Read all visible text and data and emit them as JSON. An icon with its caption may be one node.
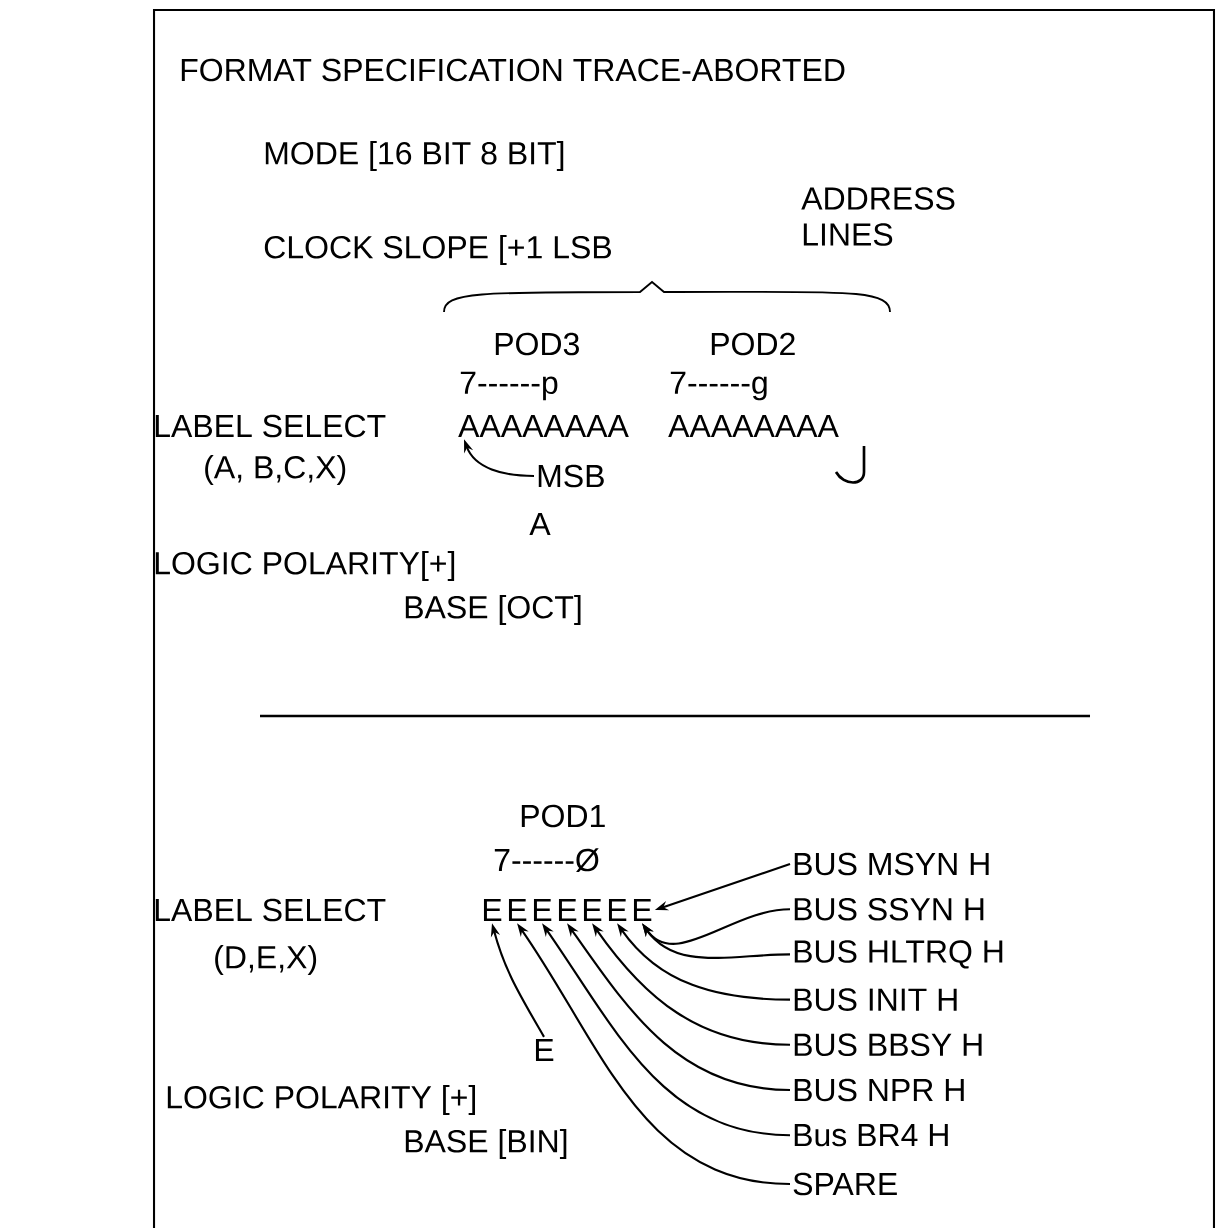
{
  "diagram": {
    "title": "FORMAT SPECIFICATION TRACE-ABORTED",
    "nodes": [
      {
        "text": [
          "AAAAAAAA"
        ]
      },
      {
        "text": [
          "AAAAAAAA"
        ]
      },
      {
        "text": [
          "MSB"
        ]
      },
      {
        "text": [
          "E"
        ]
      },
      {
        "text": [
          "E"
        ]
      },
      {
        "text": [
          "E"
        ]
      },
      {
        "text": [
          "E"
        ]
      },
      {
        "text": [
          "E"
        ]
      },
      {
        "text": [
          "E"
        ]
      },
      {
        "text": [
          "E"
        ]
      },
      {
        "text": [
          "BUS MSYN H"
        ]
      },
      {
        "text": [
          "BUS SSYN H"
        ]
      },
      {
        "text": [
          "BUS HLTRQ H"
        ]
      },
      {
        "text": [
          "BUS INIT H"
        ]
      },
      {
        "text": [
          "BUS BBSY H"
        ]
      },
      {
        "text": [
          "BUS NPR H"
        ]
      },
      {
        "text": [
          "Bus BR4 H"
        ]
      },
      {
        "text": [
          "E"
        ]
      },
      {
        "text": [
          "SPARE"
        ]
      }
    ],
    "edges": [
      {
        "from": 2,
        "to": 0,
        "arrow": "to"
      },
      {
        "from": 10,
        "to": 9,
        "arrow": "to"
      },
      {
        "from": 11,
        "to": 9,
        "arrow": "to"
      },
      {
        "from": 12,
        "to": 9,
        "arrow": "to"
      },
      {
        "from": 13,
        "to": 8,
        "arrow": "to"
      },
      {
        "from": 14,
        "to": 7,
        "arrow": "to"
      },
      {
        "from": 15,
        "to": 6,
        "arrow": "to"
      },
      {
        "from": 16,
        "to": 5,
        "arrow": "to"
      },
      {
        "from": 18,
        "to": 4,
        "arrow": "to"
      },
      {
        "from": 17,
        "to": 3,
        "arrow": "to"
      }
    ],
    "labels": [
      "MODE [16 BIT 8 BIT]",
      "ADDRESS LINES",
      "CLOCK SLOPE [+1 LSB",
      "POD3",
      "POD2",
      "7------p",
      "7------g",
      "LABEL SELECT",
      "(A, B,C,X)",
      "A",
      "LOGIC POLARITY[+]",
      "BASE [OCT]",
      "POD1",
      "7------Ø",
      "LABEL SELECT",
      "(D,E,X)",
      "LOGIC POLARITY [+]",
      "BASE [BIN]"
    ]
  }
}
